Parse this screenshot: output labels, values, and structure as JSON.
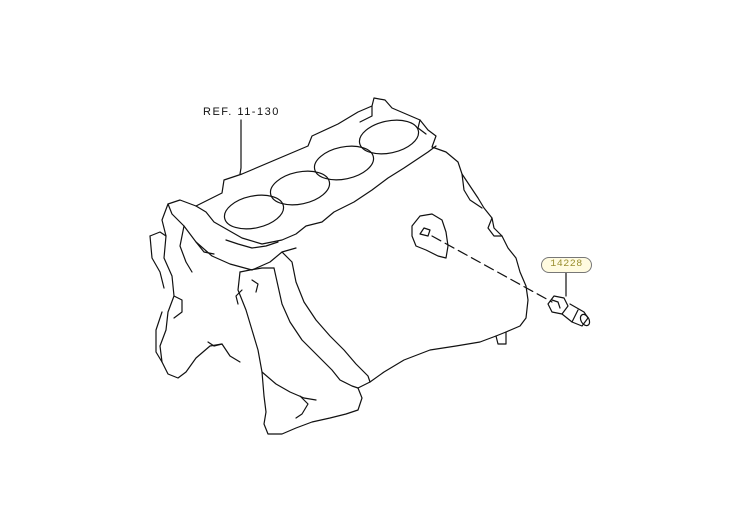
{
  "reference_label": "REF. 11-130",
  "part_callout": {
    "number": "14228"
  },
  "colors": {
    "line": "#111111",
    "badge_fill": "#fffbe0",
    "badge_text": "#9a8f30"
  },
  "icons": [
    "engine-block-drawing",
    "drain-bolt-icon"
  ]
}
